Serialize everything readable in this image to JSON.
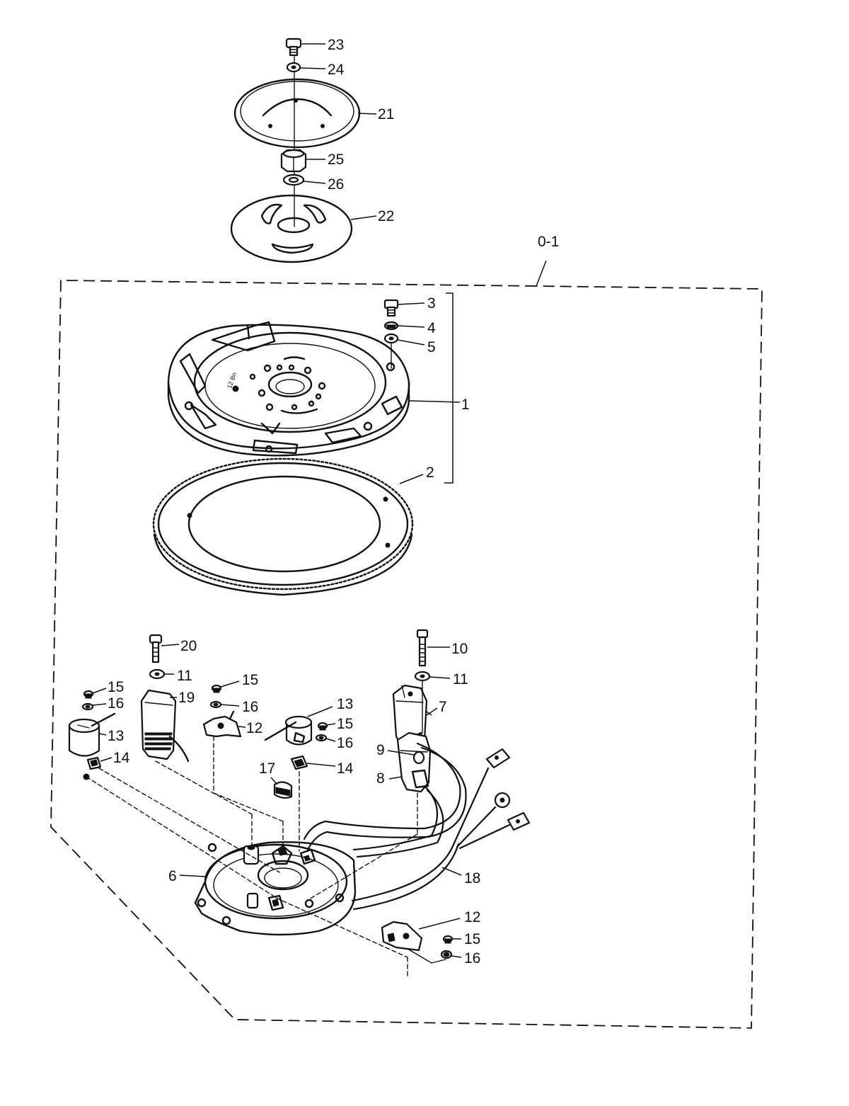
{
  "callouts": {
    "c0_1": "0-1",
    "c1": "1",
    "c2": "2",
    "c3": "3",
    "c4": "4",
    "c5": "5",
    "c6": "6",
    "c7": "7",
    "c8": "8",
    "c9": "9",
    "c10": "10",
    "c11a": "11",
    "c11b": "11",
    "c12a": "12",
    "c12b": "12",
    "c13a": "13",
    "c13b": "13",
    "c14a": "14",
    "c14b": "14",
    "c15a": "15",
    "c15b": "15",
    "c15c": "15",
    "c15d": "15",
    "c16a": "16",
    "c16b": "16",
    "c16c": "16",
    "c16d": "16",
    "c17": "17",
    "c18": "18",
    "c19": "19",
    "c20": "20",
    "c21": "21",
    "c22": "22",
    "c23": "23",
    "c24": "24",
    "c25": "25",
    "c26": "26"
  }
}
